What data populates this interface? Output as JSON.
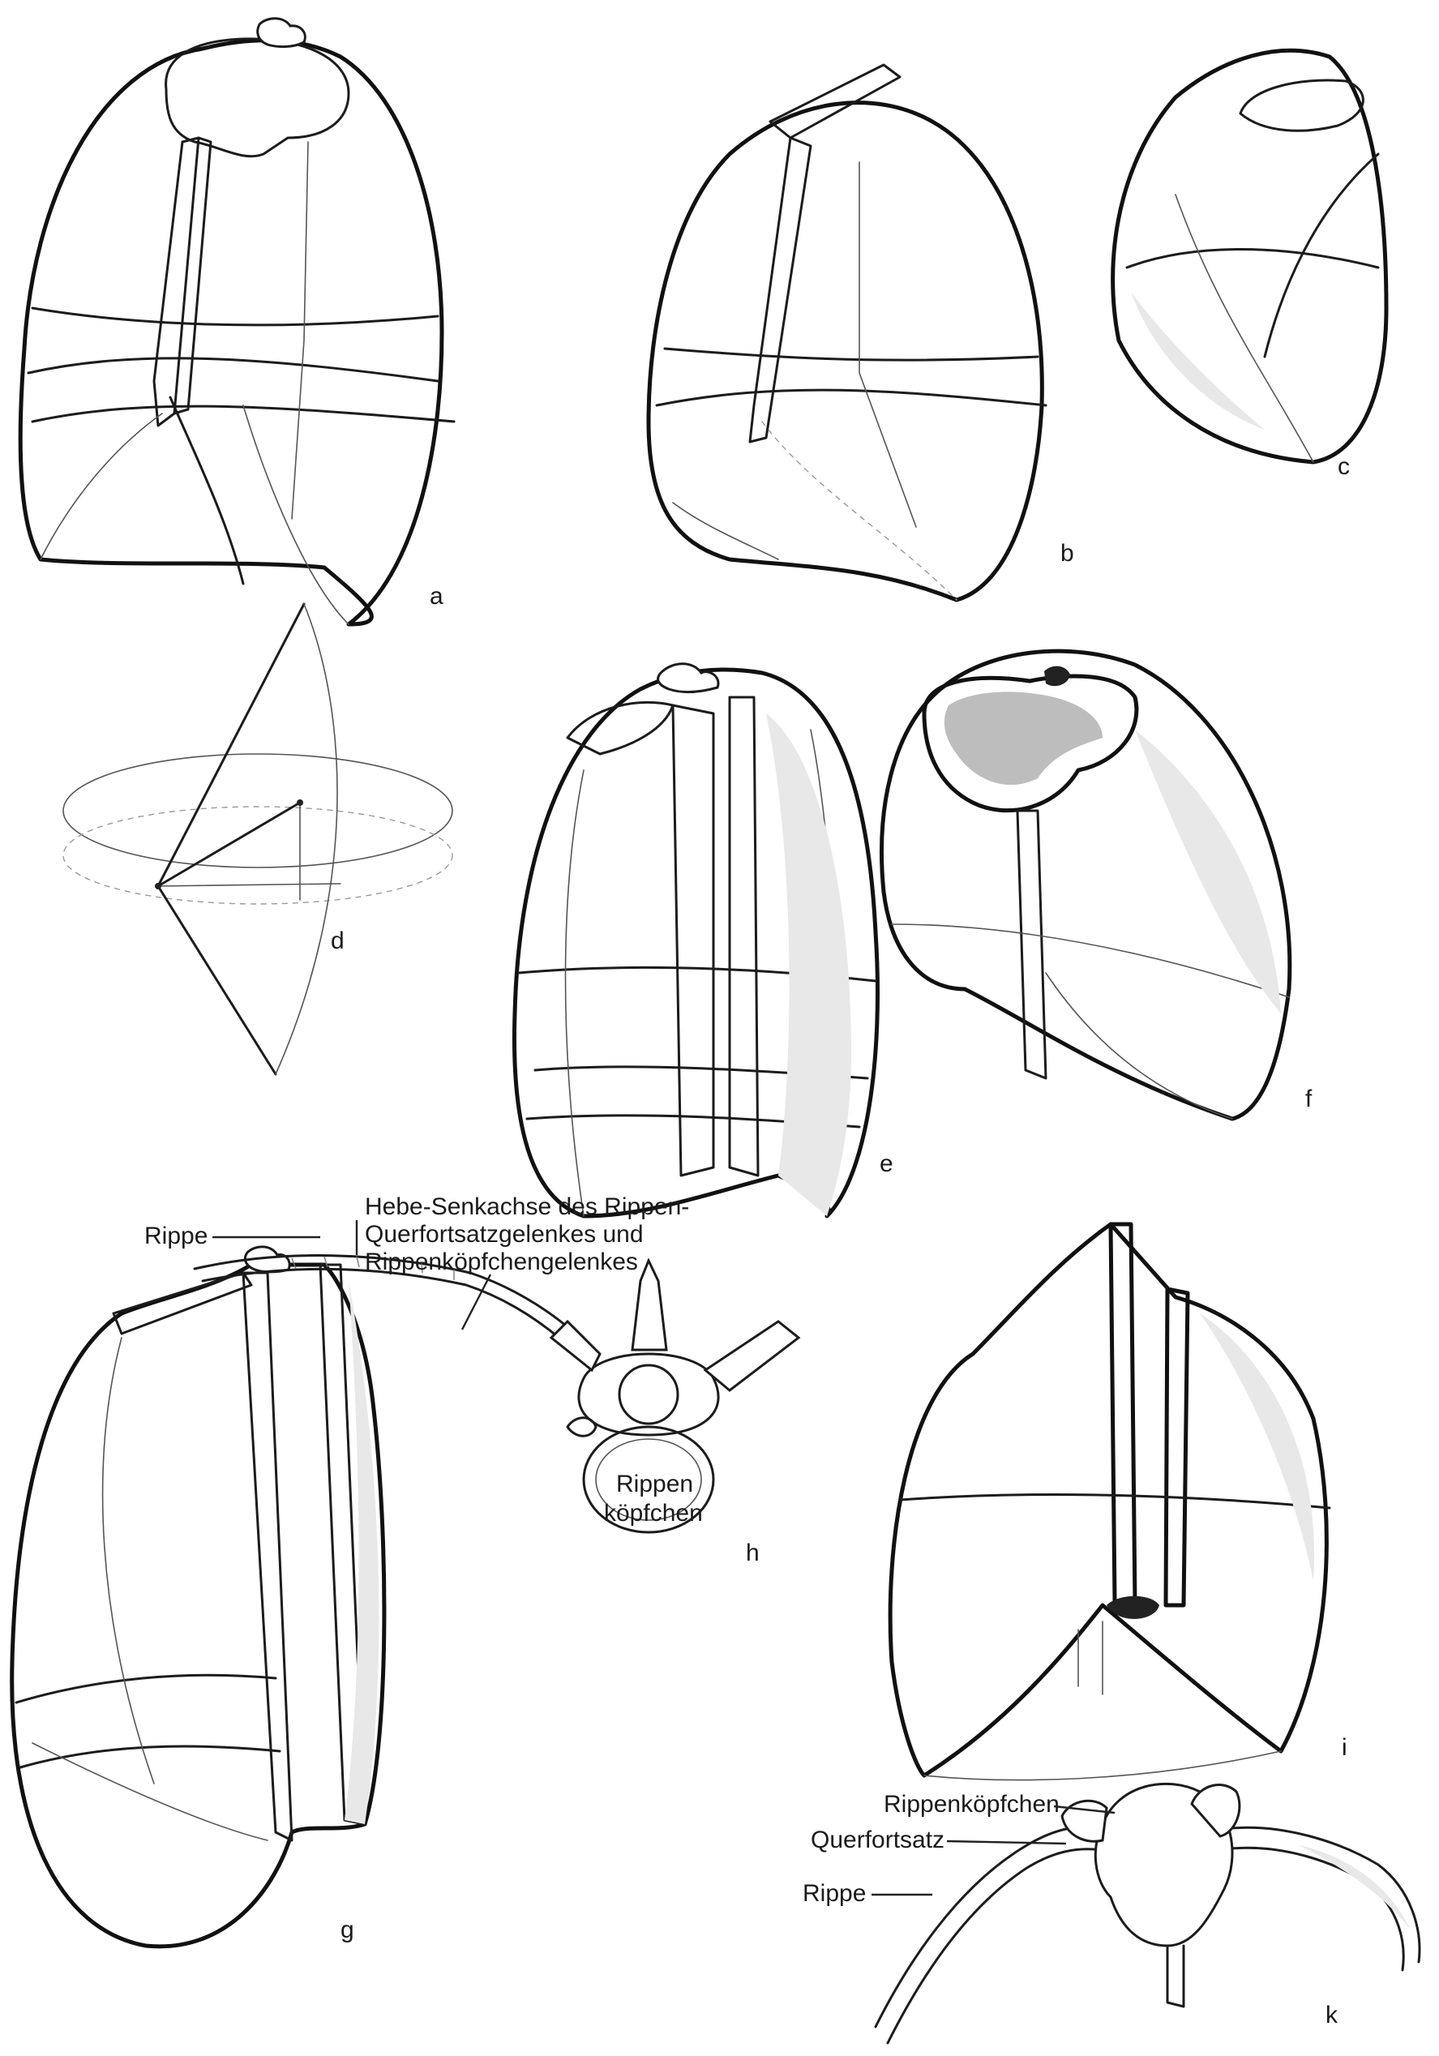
{
  "figures": [
    {
      "id": "a",
      "letter": "a"
    },
    {
      "id": "b",
      "letter": "b"
    },
    {
      "id": "c",
      "letter": "c"
    },
    {
      "id": "d",
      "letter": "d"
    },
    {
      "id": "e",
      "letter": "e"
    },
    {
      "id": "f",
      "letter": "f"
    },
    {
      "id": "g",
      "letter": "g"
    },
    {
      "id": "h",
      "letter": "h"
    },
    {
      "id": "i",
      "letter": "i"
    },
    {
      "id": "k",
      "letter": "k"
    }
  ],
  "labels": {
    "axis_line1": "Hebe-Senkachse des Rippen-",
    "axis_line2": "Querfortsatzgelenkes und",
    "axis_line3": "Rippenköpfchengelenkes",
    "rippe_h": "Rippe",
    "rippen_koepfchen_line1": "Rippen",
    "rippen_koepfchen_line2": "köpfchen",
    "k_rippenkoepfchen": "Rippenköpfchen",
    "k_querfortsatz": "Querfortsatz",
    "k_rippe": "Rippe"
  }
}
